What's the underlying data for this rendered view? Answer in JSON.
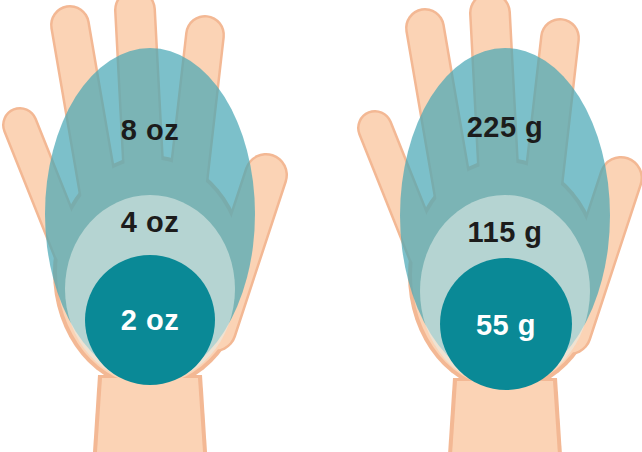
{
  "diagram": {
    "nodes": [
      {
        "text": [
          "8 oz"
        ]
      },
      {
        "text": [
          "4 oz"
        ],
        "in": 0
      },
      {
        "text": [
          "2 oz"
        ],
        "in": 1
      },
      {
        "text": [
          "225 g"
        ]
      },
      {
        "text": [
          "115 g"
        ],
        "in": 3
      },
      {
        "text": [
          "55 g"
        ],
        "in": 4
      }
    ]
  }
}
